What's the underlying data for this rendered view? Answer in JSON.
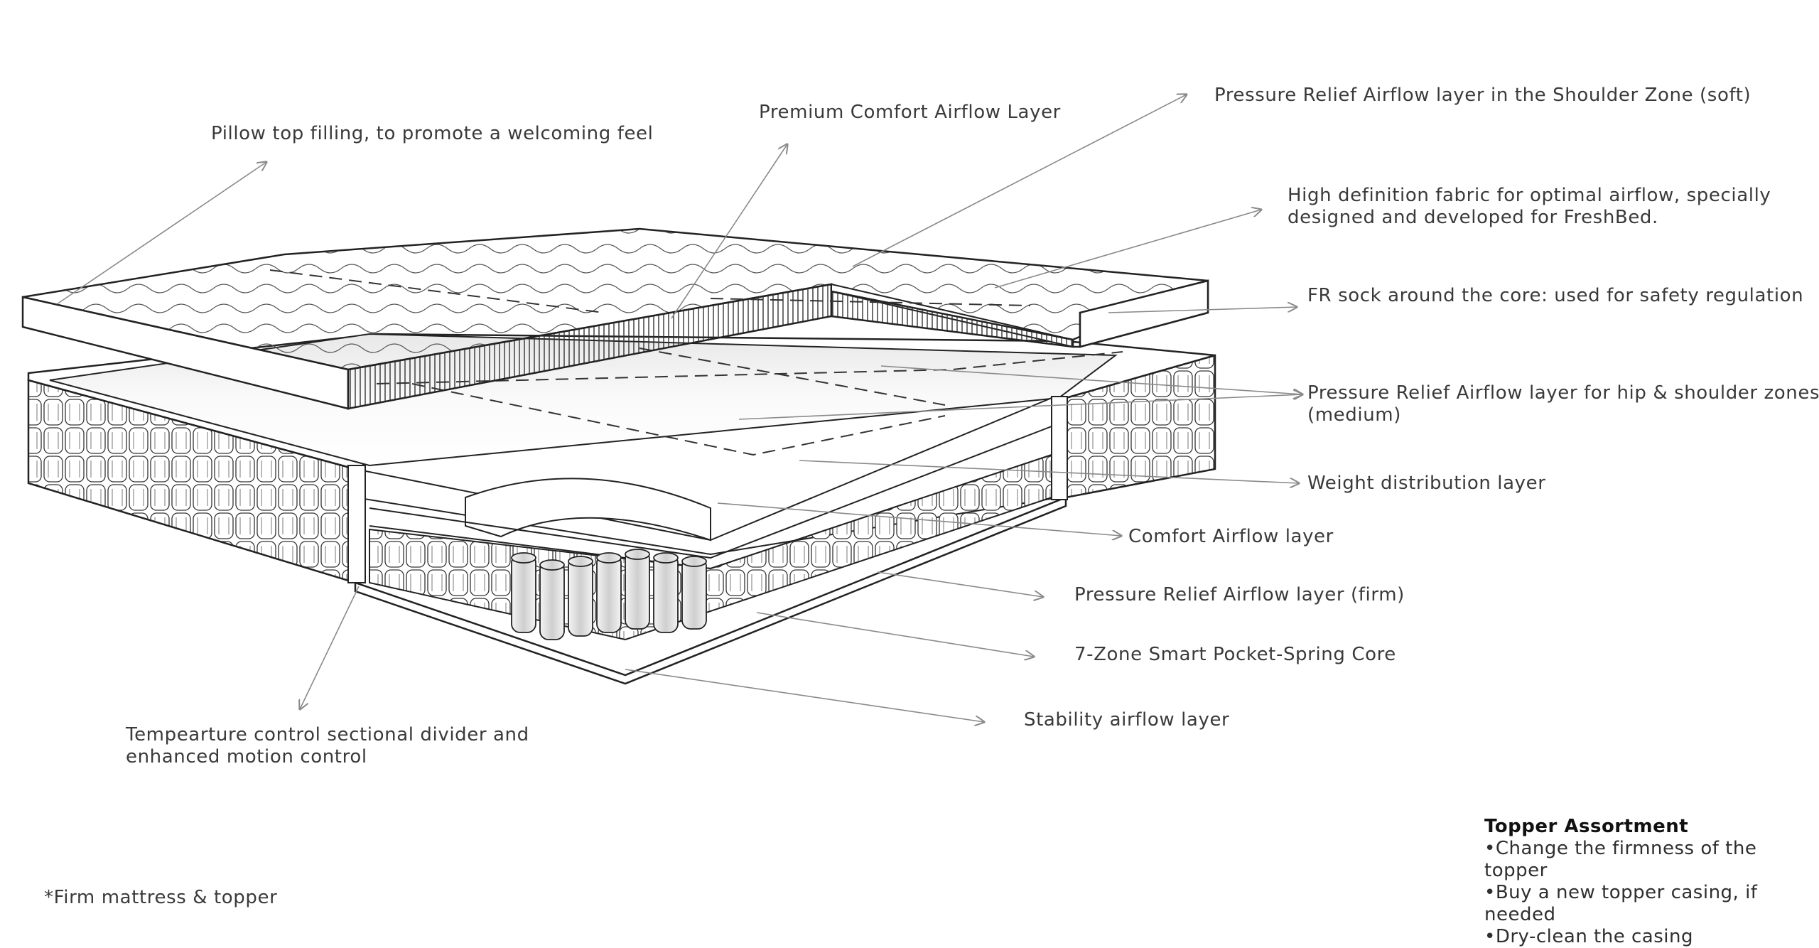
{
  "callouts": {
    "pillow_top": "Pillow top filling, to promote a welcoming feel",
    "premium_comfort": "Premium Comfort Airflow Layer",
    "shoulder_zone": "Pressure Relief Airflow layer in the Shoulder Zone (soft)",
    "hd_fabric_1": "High definition fabric for optimal airflow, specially",
    "hd_fabric_2": "designed and developed for FreshBed.",
    "fr_sock": "FR sock around the core: used for safety regulation",
    "hip_shoulder_1": "Pressure Relief Airflow layer for hip & shoulder zones",
    "hip_shoulder_2": "(medium)",
    "weight_dist": "Weight distribution layer",
    "comfort_airflow": "Comfort Airflow layer",
    "pressure_firm": "Pressure Relief Airflow layer (firm)",
    "spring_core": "7-Zone Smart Pocket-Spring Core",
    "stability": "Stability airflow layer",
    "temp_control_1": "Tempearture control sectional divider and",
    "temp_control_2": "enhanced motion control"
  },
  "footnote": "*Firm mattress & topper",
  "topper_assortment": {
    "title": "Topper Assortment",
    "items": [
      "Change the firmness of the topper",
      "Buy a new topper casing, if needed",
      "Dry-clean the casing"
    ]
  },
  "colors": {
    "line": "#2b2b2b",
    "leader": "#8a8a8a",
    "fill": "#ffffff",
    "shade": "#d9d9d9"
  }
}
